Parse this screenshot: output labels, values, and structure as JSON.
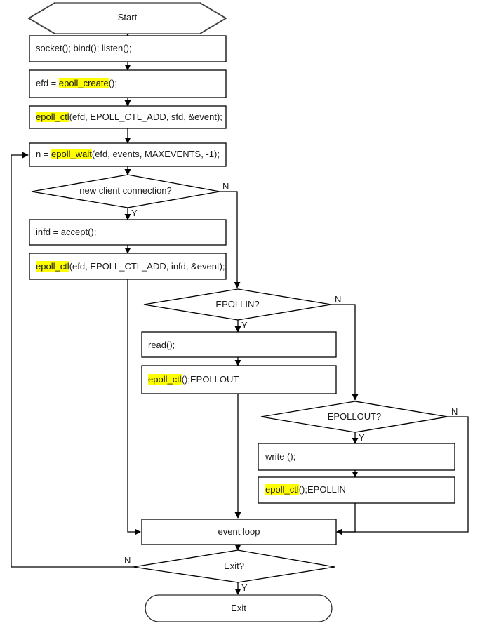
{
  "diagram": {
    "title": "epoll server event loop flowchart",
    "colors": {
      "stroke": "#000000",
      "terminal_stroke": "#808080",
      "fill": "#ffffff",
      "text": "#1a1a1a",
      "highlight": "#ffff00"
    },
    "nodes": [
      {
        "id": "start",
        "shape": "hexagon",
        "label": "Start"
      },
      {
        "id": "socket",
        "shape": "process",
        "label": "socket(); bind(); listen();"
      },
      {
        "id": "efd",
        "shape": "process",
        "label_pre": "efd = ",
        "label_hl": "epoll_create",
        "label_post": "();"
      },
      {
        "id": "ctl_sfd",
        "shape": "process",
        "label_pre": "",
        "label_hl": "epoll_ctl",
        "label_post": "(efd, EPOLL_CTL_ADD, sfd, &event);"
      },
      {
        "id": "epoll_wait",
        "shape": "process",
        "label_pre": "n = ",
        "label_hl": "epoll_wait",
        "label_post": "(efd, events, MAXEVENTS, -1);"
      },
      {
        "id": "new_client",
        "shape": "decision",
        "label": "new client connection?"
      },
      {
        "id": "accept",
        "shape": "process",
        "label": "infd = accept();"
      },
      {
        "id": "ctl_infd",
        "shape": "process",
        "label_pre": "",
        "label_hl": "epoll_ctl",
        "label_post": "(efd, EPOLL_CTL_ADD, infd, &event);"
      },
      {
        "id": "epollin",
        "shape": "decision",
        "label": "EPOLLIN?"
      },
      {
        "id": "read",
        "shape": "process",
        "label": "read();"
      },
      {
        "id": "ctl_epollout",
        "shape": "process",
        "label_pre": "",
        "label_hl": "epoll_ctl",
        "label_post": "();EPOLLOUT"
      },
      {
        "id": "epollout",
        "shape": "decision",
        "label": "EPOLLOUT?"
      },
      {
        "id": "write",
        "shape": "process",
        "label": "write ();"
      },
      {
        "id": "ctl_epollin",
        "shape": "process",
        "label_pre": "",
        "label_hl": "epoll_ctl",
        "label_post": "();EPOLLIN"
      },
      {
        "id": "event_loop",
        "shape": "process",
        "label": "event loop"
      },
      {
        "id": "exit_q",
        "shape": "decision",
        "label": "Exit?"
      },
      {
        "id": "exit",
        "shape": "terminator",
        "label": "Exit"
      }
    ],
    "edge_labels": {
      "new_client_no": "N",
      "new_client_yes": "Y",
      "epollin_no": "N",
      "epollin_yes": "Y",
      "epollout_no": "N",
      "epollout_yes": "Y",
      "exit_no": "N",
      "exit_yes": "Y"
    }
  },
  "chart_data": {
    "type": "flowchart",
    "title": "epoll server event loop flowchart",
    "node_count": 17,
    "nodes": [
      "Start",
      "socket(); bind(); listen();",
      "efd = epoll_create();",
      "epoll_ctl(efd, EPOLL_CTL_ADD, sfd, &event);",
      "n = epoll_wait(efd, events, MAXEVENTS, -1);",
      "new client connection?",
      "infd = accept();",
      "epoll_ctl(efd, EPOLL_CTL_ADD, infd, &event);",
      "EPOLLIN?",
      "read();",
      "epoll_ctl();EPOLLOUT",
      "EPOLLOUT?",
      "write ();",
      "epoll_ctl();EPOLLIN",
      "event loop",
      "Exit?",
      "Exit"
    ],
    "edges": [
      {
        "from": "Start",
        "to": "socket(); bind(); listen();",
        "label": ""
      },
      {
        "from": "socket(); bind(); listen();",
        "to": "efd = epoll_create();",
        "label": ""
      },
      {
        "from": "efd = epoll_create();",
        "to": "epoll_ctl(efd, EPOLL_CTL_ADD, sfd, &event);",
        "label": ""
      },
      {
        "from": "epoll_ctl(efd, EPOLL_CTL_ADD, sfd, &event);",
        "to": "n = epoll_wait(efd, events, MAXEVENTS, -1);",
        "label": ""
      },
      {
        "from": "n = epoll_wait(efd, events, MAXEVENTS, -1);",
        "to": "new client connection?",
        "label": ""
      },
      {
        "from": "new client connection?",
        "to": "infd = accept();",
        "label": "Y"
      },
      {
        "from": "new client connection?",
        "to": "EPOLLIN?",
        "label": "N"
      },
      {
        "from": "infd = accept();",
        "to": "epoll_ctl(efd, EPOLL_CTL_ADD, infd, &event);",
        "label": ""
      },
      {
        "from": "epoll_ctl(efd, EPOLL_CTL_ADD, infd, &event);",
        "to": "event loop",
        "label": ""
      },
      {
        "from": "EPOLLIN?",
        "to": "read();",
        "label": "Y"
      },
      {
        "from": "EPOLLIN?",
        "to": "EPOLLOUT?",
        "label": "N"
      },
      {
        "from": "read();",
        "to": "epoll_ctl();EPOLLOUT",
        "label": ""
      },
      {
        "from": "epoll_ctl();EPOLLOUT",
        "to": "event loop",
        "label": ""
      },
      {
        "from": "EPOLLOUT?",
        "to": "write ();",
        "label": "Y"
      },
      {
        "from": "EPOLLOUT?",
        "to": "event loop",
        "label": "N"
      },
      {
        "from": "write ();",
        "to": "epoll_ctl();EPOLLIN",
        "label": ""
      },
      {
        "from": "epoll_ctl();EPOLLIN",
        "to": "event loop",
        "label": ""
      },
      {
        "from": "event loop",
        "to": "Exit?",
        "label": ""
      },
      {
        "from": "Exit?",
        "to": "Exit",
        "label": "Y"
      },
      {
        "from": "Exit?",
        "to": "n = epoll_wait(efd, events, MAXEVENTS, -1);",
        "label": "N"
      }
    ],
    "highlighted_tokens": [
      "epoll_create",
      "epoll_ctl",
      "epoll_wait"
    ]
  }
}
